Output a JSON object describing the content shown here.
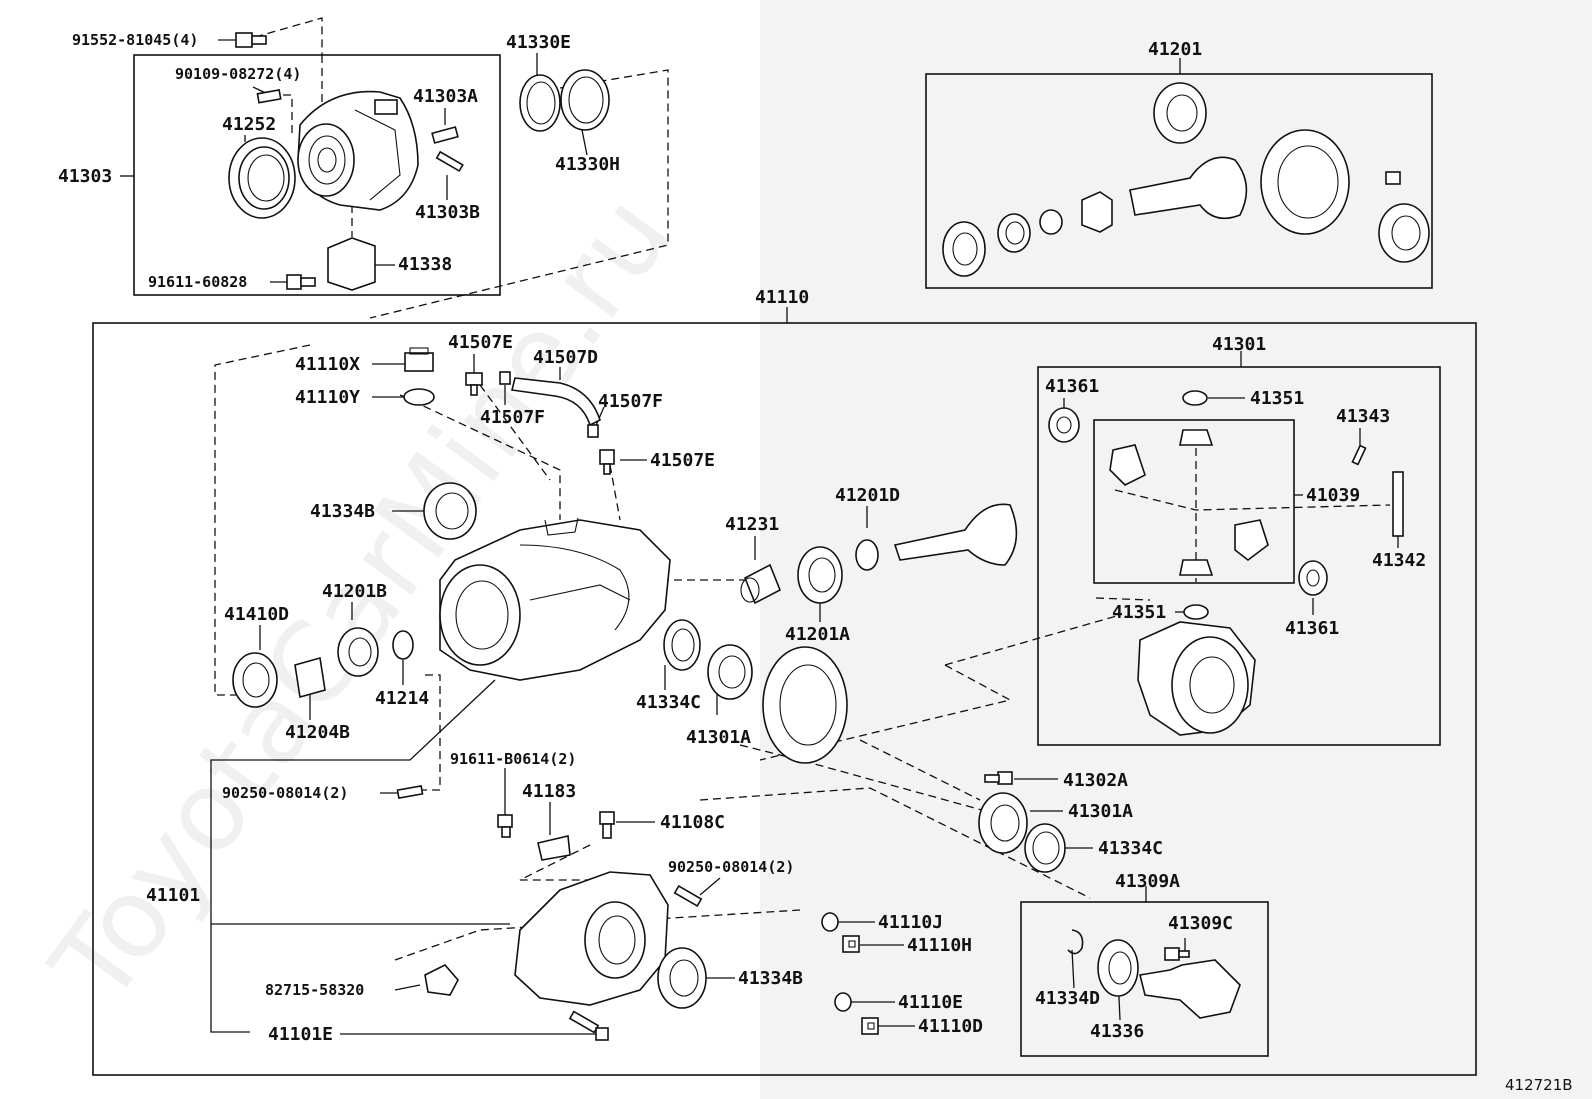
{
  "diagram": {
    "ref_code": "412721B",
    "watermark": "ToyotaCarMine.ru",
    "labels": {
      "p91552": "91552-81045(4)",
      "p90109": "90109-08272(4)",
      "p41303": "41303",
      "p41252": "41252",
      "p41303A": "41303A",
      "p41303B": "41303B",
      "p41330E": "41330E",
      "p41330H": "41330H",
      "p41338": "41338",
      "p91611_60828": "91611-60828",
      "p41201": "41201",
      "p41110": "41110",
      "p41110X": "41110X",
      "p41110Y": "41110Y",
      "p41507E_a": "41507E",
      "p41507D": "41507D",
      "p41507F_a": "41507F",
      "p41507F_b": "41507F",
      "p41507E_b": "41507E",
      "p41334B_a": "41334B",
      "p41231": "41231",
      "p41201D": "41201D",
      "p41410D": "41410D",
      "p41201B": "41201B",
      "p41214": "41214",
      "p41204B": "41204B",
      "p41334C_a": "41334C",
      "p41301A_a": "41301A",
      "p41201A": "41201A",
      "p41301": "41301",
      "p41361_a": "41361",
      "p41351_a": "41351",
      "p41343": "41343",
      "p41039": "41039",
      "p41342": "41342",
      "p41351_b": "41351",
      "p41361_b": "41361",
      "p91611_B0614": "91611-B0614(2)",
      "p41183": "41183",
      "p41108C": "41108C",
      "p90250_a": "90250-08014(2)",
      "p90250_b": "90250-08014(2)",
      "p41101": "41101",
      "p41302A": "41302A",
      "p41301A_b": "41301A",
      "p41334C_b": "41334C",
      "p41309A": "41309A",
      "p41309C": "41309C",
      "p41334D": "41334D",
      "p41336": "41336",
      "p41110J": "41110J",
      "p41110H": "41110H",
      "p41334B_b": "41334B",
      "p41110E": "41110E",
      "p41110D": "41110D",
      "p82715": "82715-58320",
      "p41101E": "41101E"
    }
  }
}
